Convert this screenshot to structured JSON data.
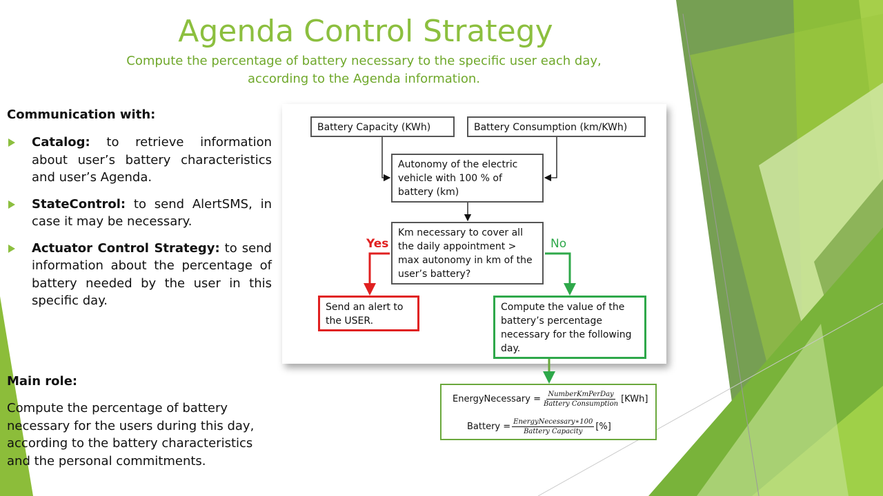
{
  "slide": {
    "title": "Agenda Control Strategy",
    "subtitle_line1": "Compute the percentage of battery necessary to the specific user each day,",
    "subtitle_line2": "according to the Agenda information."
  },
  "communication": {
    "heading": "Communication with:",
    "items": [
      {
        "term": "Catalog:",
        "text": " to retrieve information about user’s battery characteristics and user’s Agenda."
      },
      {
        "term": "StateControl:",
        "text": " to send AlertSMS, in case it may be necessary."
      },
      {
        "term": "Actuator Control Strategy:",
        "text": " to send information about the percentage of battery needed by the user in this specific day."
      }
    ]
  },
  "main_role": {
    "heading": "Main role:",
    "text": "Compute the percentage of battery necessary for the users during this day, according to the battery characteristics and the personal commitments."
  },
  "flowchart": {
    "battery_capacity": "Battery Capacity (KWh)",
    "battery_consumption": "Battery Consumption (km/KWh)",
    "autonomy": "Autonomy of the electric vehicle with 100 % of battery (km)",
    "decision": "Km necessary to cover all the daily appointment > max autonomy in km of the user’s battery?",
    "yes_label": "Yes",
    "no_label": "No",
    "alert": "Send an alert to the USER.",
    "compute": "Compute the value of the battery’s percentage necessary for the following day.",
    "colors": {
      "yes": "#e02020",
      "no": "#2ea84a",
      "accent": "#8cbf3f"
    }
  },
  "formulas": {
    "energy_lhs": "EnergyNecessary =",
    "energy_num": "NumberKmPerDay",
    "energy_den": "Battery Consumption",
    "energy_unit": "[KWh]",
    "battery_lhs": "Battery =",
    "battery_num": "EnergyNecessary∗100",
    "battery_den": "Battery Capacity",
    "battery_unit": "[%]"
  }
}
